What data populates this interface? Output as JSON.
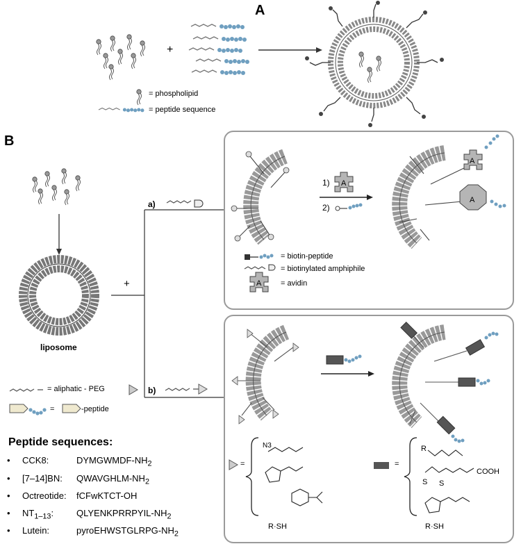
{
  "panel_a": {
    "letter": "A",
    "plus": "+",
    "legend": {
      "phospholipid": "= phospholipid",
      "peptide": "= peptide sequence"
    }
  },
  "panel_b": {
    "letter": "B",
    "liposome_label": "liposome",
    "plus": "+",
    "branch_a_label": "a)",
    "branch_b_label": "b)",
    "legend_left": {
      "aliphatic_peg": "=   aliphatic - PEG",
      "peptide_eq": "=",
      "peptide": "-peptide"
    },
    "box_a": {
      "step1": "1)",
      "step2": "2)",
      "avidin_letter": "A",
      "legend": {
        "biotin_peptide": "= biotin-peptide",
        "biotinylated_amphiphile": "= biotinylated amphiphile",
        "avidin": "= avidin"
      }
    },
    "box_b": {
      "chem_left": [
        "N3",
        "R·SH"
      ],
      "chem_right": [
        "R",
        "COOH",
        "S",
        "S",
        "R·SH"
      ],
      "eq": "="
    }
  },
  "peptides": {
    "title": "Peptide sequences:",
    "items": [
      {
        "name": "CCK8:",
        "seq": "DYMGWMDF-NH",
        "sub": "2",
        "name_sub": ""
      },
      {
        "name": "[7–14]BN:",
        "seq": "QWAVGHLM-NH",
        "sub": "2",
        "name_sub": ""
      },
      {
        "name": "Octreotide:",
        "seq": "fCFwKTCT-OH",
        "sub": "",
        "name_sub": ""
      },
      {
        "name": "NT",
        "seq": "QLYENKPRRPYIL-NH",
        "sub": "2",
        "name_sub": "1–13"
      },
      {
        "name": "Lutein:",
        "seq": "pyroEHWSTGLRPG-NH",
        "sub": "2",
        "name_sub": ""
      }
    ]
  }
}
